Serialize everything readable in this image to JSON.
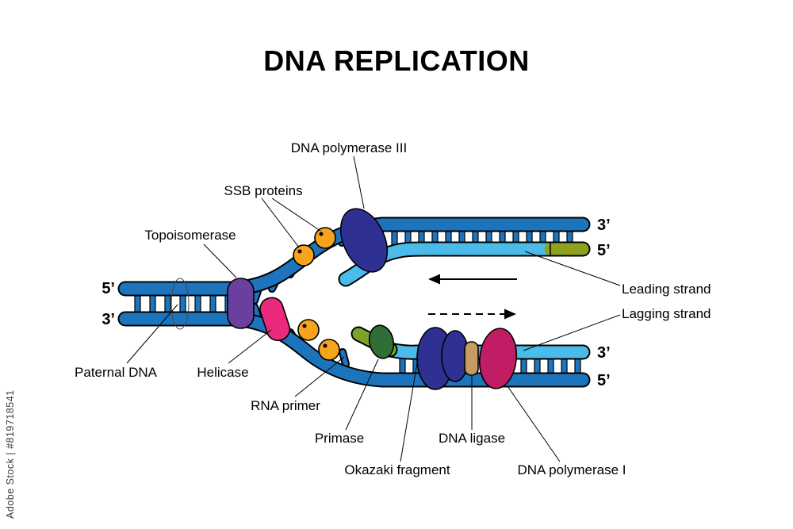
{
  "page": {
    "title": "DNA REPLICATION",
    "watermark": "Adobe Stock | #819718541"
  },
  "labels": {
    "dna_polymerase_iii": "DNA polymerase III",
    "ssb_proteins": "SSB proteins",
    "topoisomerase": "Topoisomerase",
    "paternal_dna": "Paternal DNA",
    "helicase": "Helicase",
    "rna_primer": "RNA primer",
    "primase": "Primase",
    "okazaki_fragment": "Okazaki fragment",
    "dna_ligase": "DNA ligase",
    "dna_polymerase_i": "DNA polymerase I",
    "leading_strand": "Leading strand",
    "lagging_strand": "Lagging strand"
  },
  "strand_ends": {
    "paternal_top_5": "5’",
    "paternal_bottom_3": "3’",
    "leading_template_3": "3’",
    "leading_new_5": "5’",
    "lagging_new_3": "3’",
    "lagging_template_5": "5’"
  },
  "colors": {
    "strand_blue": "#1c75bc",
    "strand_light": "#4bbce9",
    "cap_olive": "#90a11e",
    "fragment_green": "#7da428",
    "purple": "#6b3fa0",
    "pink": "#ec2a7d",
    "orange": "#f7a31b",
    "navy": "#2e3192",
    "dark_green": "#2f6f35",
    "magenta": "#c01d64",
    "tan": "#c59a63",
    "outline": "#000000",
    "label_text": "#000000"
  }
}
